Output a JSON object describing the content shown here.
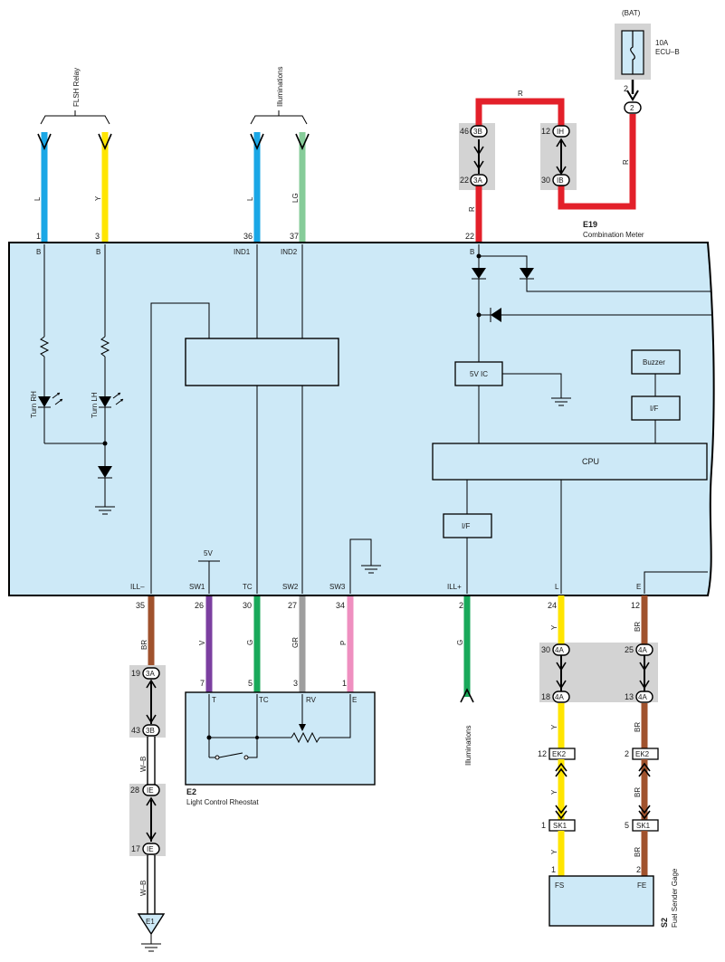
{
  "groups": {
    "flsh": "FLSH Relay",
    "illum_top": "Illuminations",
    "illum_bottom": "Illuminations"
  },
  "battery": {
    "label": "(BAT)",
    "fuse": "10A\nECU–B",
    "fuse_line1": "10A",
    "fuse_line2": "ECU–B",
    "pin": "2",
    "connector": "2"
  },
  "top_wires": {
    "w1": {
      "pin": "1",
      "color_code": "L",
      "terminal": "B",
      "color": "#1aa7e6"
    },
    "w2": {
      "pin": "3",
      "color_code": "Y",
      "terminal": "B",
      "color": "#ffe500"
    },
    "w3": {
      "pin": "36",
      "color_code": "L",
      "terminal": "IND1",
      "color": "#1aa7e6"
    },
    "w4": {
      "pin": "37",
      "color_code": "LG",
      "terminal": "IND2",
      "color": "#86cc99"
    },
    "w5": {
      "pin": "22",
      "color_code": "R",
      "terminal": "B",
      "color": "#e3202a"
    }
  },
  "red_route": {
    "top_label": "R",
    "right_label": "R",
    "left_label": "R",
    "c1": {
      "pin_top": "46",
      "top": "3B",
      "pin_bottom": "22",
      "bottom": "3A"
    },
    "c2": {
      "pin_top": "12",
      "top": "IH",
      "pin_bottom": "30",
      "bottom": "IB"
    }
  },
  "meter": {
    "code": "E19",
    "name": "Combination Meter",
    "turn_rh": "Turn RH",
    "turn_lh": "Turn LH",
    "ic": "5V IC",
    "buzzer": "Buzzer",
    "if_top": "I/F",
    "cpu": "CPU",
    "if_bottom": "I/F",
    "fivev": "5V"
  },
  "bottom_wires": {
    "w1": {
      "terminal": "ILL–",
      "pin": "35",
      "color_code": "BR",
      "color": "#a0522d"
    },
    "w2": {
      "terminal": "SW1",
      "pin": "26",
      "color_code": "V",
      "color": "#7b3fa0",
      "rheo_pin": "7"
    },
    "w3": {
      "terminal": "TC",
      "pin": "30",
      "color_code": "G",
      "color": "#19a95a",
      "rheo_pin": "5"
    },
    "w4": {
      "terminal": "SW2",
      "pin": "27",
      "color_code": "GR",
      "color": "#9e9e9e",
      "rheo_pin": "3"
    },
    "w5": {
      "terminal": "SW3",
      "pin": "34",
      "color_code": "P",
      "color": "#ef8fc0",
      "rheo_pin": "1"
    },
    "w6": {
      "terminal": "ILL+",
      "pin": "2",
      "color_code": "G",
      "color": "#19a95a"
    },
    "w7": {
      "terminal": "L",
      "pin": "24",
      "color_code": "Y",
      "color": "#ffe500"
    },
    "w8": {
      "terminal": "E",
      "pin": "12",
      "color_code": "BR",
      "color": "#a0522d"
    }
  },
  "left_chain": {
    "c1": {
      "pin_top": "19",
      "top": "3A",
      "pin_bottom": "43",
      "bottom": "3B"
    },
    "label_wb1": "W–B",
    "c2": {
      "pin_top": "28",
      "top": "IE",
      "pin_bottom": "17",
      "bottom": "IE"
    },
    "label_wb2": "W–B",
    "ground": "E1"
  },
  "rheostat": {
    "code": "E2",
    "name": "Light Control Rheostat",
    "t1": "T",
    "t2": "TC",
    "t3": "RV",
    "t4": "E"
  },
  "right_chain": {
    "y1": {
      "pin_top": "30",
      "top": "4A",
      "pin_bottom": "18",
      "bottom": "4A"
    },
    "br1": {
      "pin_top": "25",
      "top": "4A",
      "pin_bottom": "13",
      "bottom": "4A"
    },
    "y_label": "Y",
    "br_label": "BR",
    "ek2_y": {
      "pin": "12",
      "code": "EK2"
    },
    "ek2_br": {
      "pin": "2",
      "code": "EK2"
    },
    "sk1_y": {
      "pin": "1",
      "code": "SK1"
    },
    "sk1_br": {
      "pin": "5",
      "code": "SK1"
    },
    "y_label2": "Y",
    "br_label2": "BR",
    "y_label3": "Y",
    "br_label3": "BR"
  },
  "gage": {
    "code": "S2",
    "name": "Fuel Sender Gage",
    "pin_fs": "1",
    "pin_fe": "2",
    "fs": "FS",
    "fe": "FE"
  }
}
